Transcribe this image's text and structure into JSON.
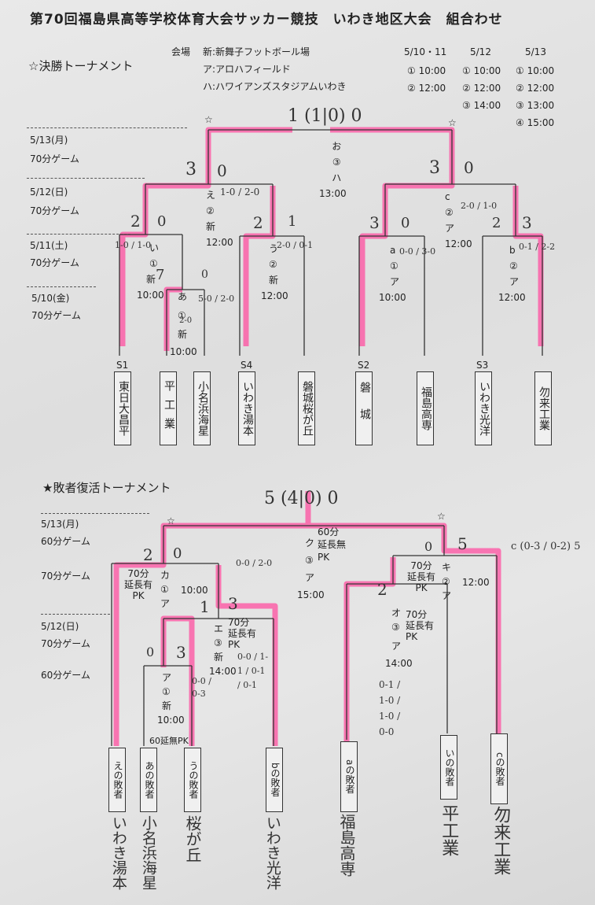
{
  "title": "第70回福島県高等学校体育大会サッカー競技　いわき地区大会　組合わせ",
  "venues": {
    "label": "会場",
    "items": [
      "新:新舞子フットボール場",
      "ア:アロハフィールド",
      "ハ:ハワイアンズスタジアムいわき"
    ]
  },
  "schedule": {
    "dates": [
      "5/10・11",
      "5/12",
      "5/13"
    ],
    "col1": [
      "① 10:00",
      "② 12:00"
    ],
    "col2": [
      "① 10:00",
      "② 12:00",
      "③ 14:00"
    ],
    "col3": [
      "① 10:00",
      "② 12:00",
      "③ 13:00",
      "④ 15:00"
    ]
  },
  "final": {
    "heading": "☆決勝トーナメント",
    "rounds": [
      "5/13(月)",
      "70分ゲーム",
      "5/12(日)",
      "70分ゲーム",
      "5/11(土)",
      "70分ゲーム",
      "5/10(金)",
      "70分ゲーム"
    ],
    "teams": [
      {
        "seed": "S1",
        "name": "東日大昌平"
      },
      {
        "seed": "",
        "name": "平工業"
      },
      {
        "seed": "",
        "name": "小名浜海星"
      },
      {
        "seed": "S4",
        "name": "いわき湯本"
      },
      {
        "seed": "",
        "name": "磐城桜が丘"
      },
      {
        "seed": "S2",
        "name": "磐城"
      },
      {
        "seed": "",
        "name": "福島高専"
      },
      {
        "seed": "S3",
        "name": "いわき光洋"
      },
      {
        "seed": "",
        "name": "勿来工業"
      }
    ],
    "matches": {
      "o": [
        "お",
        "③",
        "ハ",
        "13:00"
      ],
      "e": [
        "え",
        "②",
        "新",
        "12:00"
      ],
      "c": [
        "c",
        "②",
        "ア",
        "12:00"
      ],
      "i": [
        "い",
        "①",
        "新",
        "10:00"
      ],
      "a_hira": [
        "あ",
        "①",
        "新",
        "10:00"
      ],
      "u": [
        "う",
        "②",
        "新",
        "12:00"
      ],
      "a": [
        "a",
        "①",
        "ア",
        "10:00"
      ],
      "b": [
        "b",
        "②",
        "ア",
        "12:00"
      ]
    },
    "scores_hw": {
      "final_top": "1 (1|0) 0",
      "final_top2": "(1|0)",
      "e_left": "3",
      "e_right": "0",
      "e_detail": "1-0 / 2-0",
      "c_left": "3",
      "c_right": "0",
      "c_detail": "2-0 / 1-0",
      "i_left": "2",
      "i_right": "0",
      "i_detail": "1-0 / 1-0",
      "new7": "7",
      "zero_a": "0",
      "a_detail": "5-0 / 2-0",
      "a_inside": "2-0",
      "u_left": "2",
      "u_right": "1",
      "u_detail": "2-0 / 0-1",
      "a2_left": "3",
      "a2_right": "0",
      "a2_detail": "0-0 / 3-0",
      "b_left": "2",
      "b_right": "3",
      "b_detail": "0-1 / 2-2"
    },
    "star": "☆"
  },
  "repechage": {
    "heading": "★敗者復活トーナメント",
    "rounds": [
      "5/13(月)",
      "60分ゲーム",
      "70分ゲーム",
      "5/12(日)",
      "70分ゲーム",
      "60分ゲーム"
    ],
    "teams": [
      "えの敗者",
      "あの敗者",
      "うの敗者",
      "bの敗者",
      "aの敗者",
      "いの敗者",
      "cの敗者"
    ],
    "teams_hw": [
      "いわき湯本",
      "小名浜海星",
      "桜が丘",
      "いわき光洋",
      "福島高専",
      "平工業",
      "勿来工業"
    ],
    "matches": {
      "ku": [
        "60分",
        "延長無",
        "PK",
        "ク",
        "③",
        "ア",
        "15:00"
      ],
      "ka": [
        "70分",
        "延長有",
        "PK",
        "カ",
        "①",
        "ア",
        "10:00"
      ],
      "ki": [
        "70分",
        "延長有",
        "PK",
        "キ",
        "②",
        "ア",
        "12:00"
      ],
      "e": [
        "70分",
        "延長有",
        "PK",
        "エ",
        "③",
        "新",
        "14:00"
      ],
      "o": [
        "70分",
        "延長有",
        "PK",
        "オ",
        "③",
        "ア",
        "14:00"
      ],
      "a": [
        "ア",
        "①",
        "新",
        "10:00",
        "60延無PK"
      ]
    },
    "scores_hw": {
      "final_top": "5 (4|0) 0",
      "ka_left": "2",
      "ka_right": "0",
      "ka_detail": "0-0 / 2-0",
      "e_left": "1",
      "e_right": "3",
      "e_detail": "0-0 / 1-1 / 0-1 / 0-1",
      "a_left": "0",
      "a_right": "3",
      "a_detail": "0-0 / 0-3",
      "ki_left": "0",
      "ki_right": "5",
      "ki_detail": "c (0-3 / 0-2) 5",
      "o_left": "2",
      "o_detail": "0-1 / 1-0 / 1-0 / 0-0"
    }
  },
  "colors": {
    "highlight": "#ff4fa0",
    "ink": "#333333",
    "paper": "#e4e4e4"
  }
}
